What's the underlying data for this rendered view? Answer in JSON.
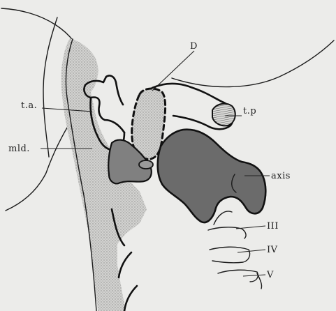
{
  "diagram": {
    "labels": {
      "d": "D",
      "ta": "t.a.",
      "tp": "t.p",
      "mld": "mld.",
      "axis": "axis",
      "iii": "III",
      "iv": "IV",
      "v": "V"
    },
    "colors": {
      "paper": "#ececea",
      "ink": "#1b1b1b",
      "stipple": "#c4c4c2",
      "dark_gray": "#6d6d6d",
      "mid_gray": "#8a8a8a"
    }
  }
}
